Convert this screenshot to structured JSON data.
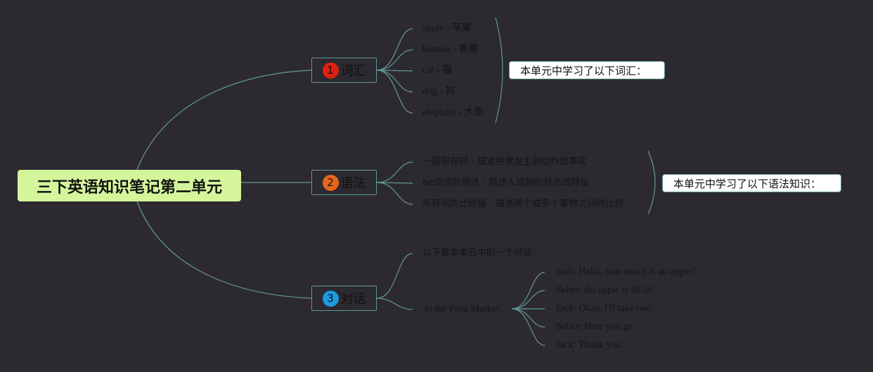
{
  "root": {
    "label": "三下英语知识笔记第二单元"
  },
  "colors": {
    "background": "#2d2930",
    "root": "#d5f59b",
    "line": "#5e9a96",
    "badge1": "#e0200e",
    "badge2": "#e8661a",
    "badge3": "#1c9be0"
  },
  "topics": [
    {
      "number": "1",
      "label": "词汇",
      "summary": "本单元中学习了以下词汇：",
      "children": [
        "apple - 苹果",
        "banana - 香蕉",
        "cat - 猫",
        "dog - 狗",
        "elephant - 大象"
      ]
    },
    {
      "number": "2",
      "label": "语法",
      "summary": "本单元中学习了以下语法知识：",
      "children": [
        "一般现在时 - 描述经常发生的动作或事实",
        "be动词的用法 - 描述人或物的状态或特征",
        "形容词的比较级 - 描述两个或多个事物之间的比较"
      ]
    },
    {
      "number": "3",
      "label": "对话",
      "children": [
        "以下是本单元中的一个对话：",
        "At the Fruit Market"
      ],
      "dialogue": [
        "Jack: Hello, how much is an apple?",
        "Seller: An apple is $0.50.",
        "Jack: Okay, I'll take two.",
        "Seller: Here you go.",
        "Jack: Thank you."
      ]
    }
  ]
}
